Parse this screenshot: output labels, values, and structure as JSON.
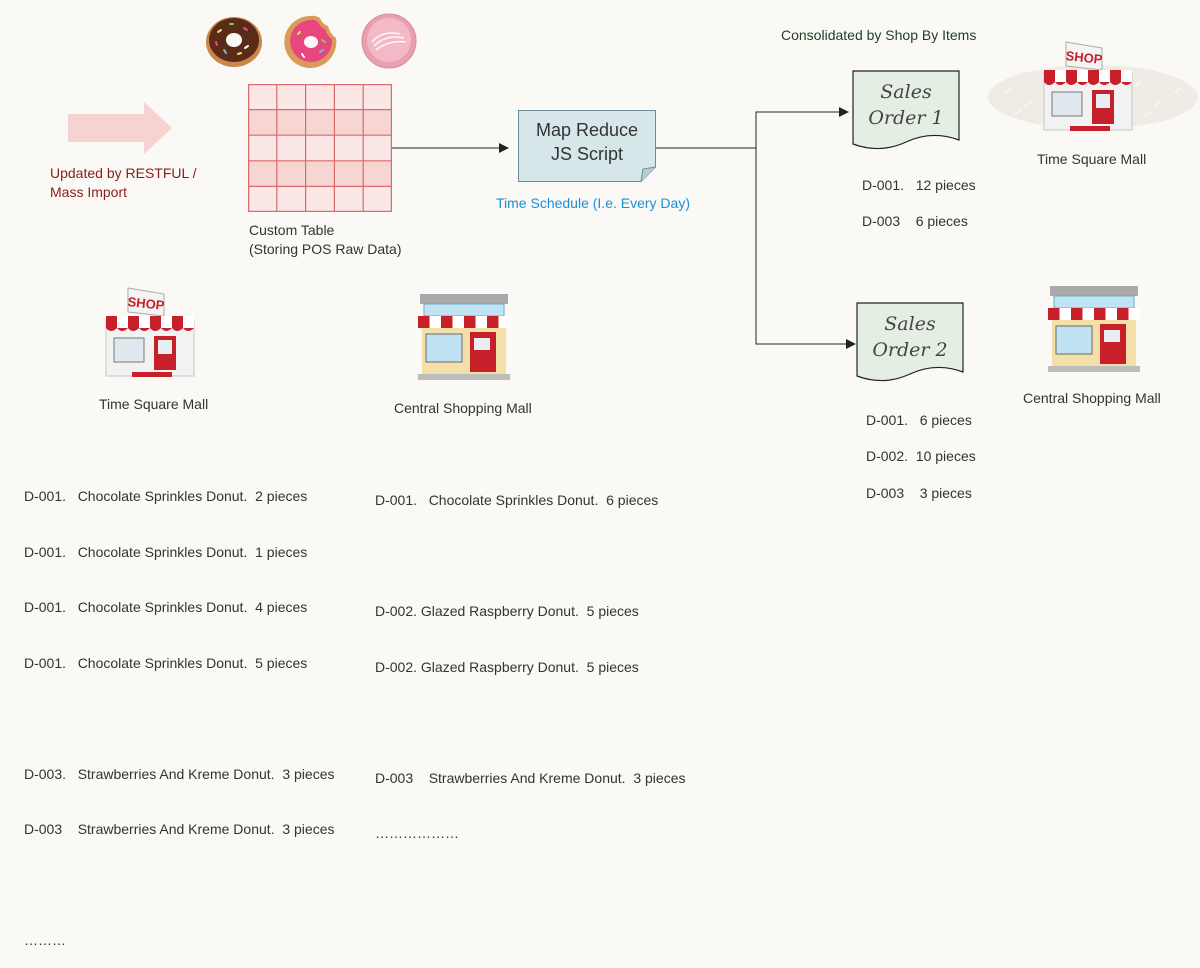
{
  "left_arrow_label": [
    "Updated by RESTFUL /",
    "Mass Import"
  ],
  "custom_table": {
    "label_lines": [
      "Custom Table",
      "(Storing POS Raw Data)"
    ]
  },
  "map_reduce": {
    "lines": [
      "Map Reduce",
      "JS Script"
    ],
    "schedule": "Time Schedule (I.e. Every Day)"
  },
  "consolidated_label": "Consolidated by Shop By Items",
  "sales_orders": [
    {
      "title": [
        "Sales",
        "Order 1"
      ],
      "items": [
        "D-001.   12 pieces",
        "D-003    6 pieces"
      ]
    },
    {
      "title": [
        "Sales",
        "Order 2"
      ],
      "items": [
        "D-001.   6 pieces",
        "D-002.  10 pieces",
        "D-003    3 pieces"
      ]
    }
  ],
  "right_shops": [
    "Time Square Mall",
    "Central Shopping Mall"
  ],
  "left_shops": [
    "Time Square Mall",
    "Central Shopping Mall"
  ],
  "shop_sign": "SHOP",
  "time_square_raw": [
    "D-001.   Chocolate Sprinkles Donut.  2 pieces",
    "D-001.   Chocolate Sprinkles Donut.  1 pieces",
    "D-001.   Chocolate Sprinkles Donut.  4 pieces",
    "D-001.   Chocolate Sprinkles Donut.  5 pieces",
    "",
    "D-003.   Strawberries And Kreme Donut.  3 pieces",
    "D-003    Strawberries And Kreme Donut.  3 pieces",
    "",
    "………"
  ],
  "central_raw": [
    "D-001.   Chocolate Sprinkles Donut.  6 pieces",
    "",
    "D-002. Glazed Raspberry Donut.  5 pieces",
    "D-002. Glazed Raspberry Donut.  5 pieces",
    "",
    "D-003    Strawberries And Kreme Donut.  3 pieces",
    "………………"
  ],
  "colors": {
    "arrow_fill": "#f6d3d0",
    "table_stroke": "#d86a6a",
    "table_fill_dark": "#f3c9c6",
    "table_fill_light": "#fbe7e5",
    "map_reduce_fill": "#d7e6e8",
    "sales_order_fill": "#e4eee2",
    "awning_red": "#c8202a"
  },
  "icons": [
    "donut-chocolate-sprinkles-icon",
    "donut-bitten-icon",
    "donut-pink-glazed-icon",
    "shop-icon",
    "storefront-icon"
  ]
}
